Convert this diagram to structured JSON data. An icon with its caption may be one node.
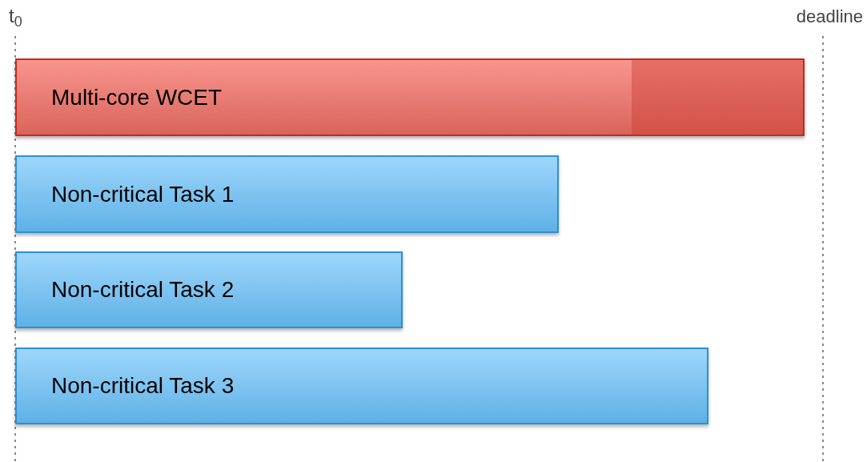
{
  "diagram": {
    "nodes": [
      {
        "text": [
          "Multi-core WCET"
        ]
      },
      {
        "text": [
          "Non-critical Task 1"
        ]
      },
      {
        "text": [
          "Non-critical Task 2"
        ]
      },
      {
        "text": [
          "Non-critical Task 3"
        ]
      }
    ],
    "labels": [
      "t$_{0}$",
      "deadline"
    ]
  }
}
